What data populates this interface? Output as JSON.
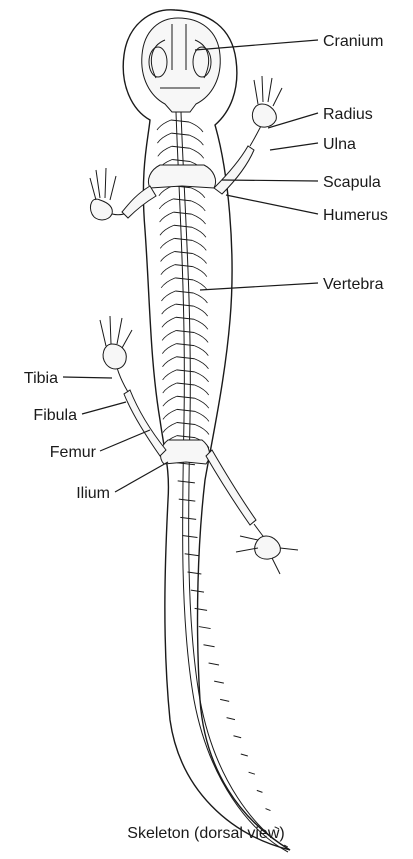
{
  "labels": {
    "cranium": "Cranium",
    "radius": "Radius",
    "ulna": "Ulna",
    "scapula": "Scapula",
    "humerus": "Humerus",
    "vertebra": "Vertebra",
    "tibia": "Tibia",
    "fibula": "Fibula",
    "femur": "Femur",
    "ilium": "Ilium"
  },
  "caption": "Skeleton (dorsal view)",
  "colors": {
    "ink": "#1a1a1a",
    "background": "#ffffff"
  }
}
